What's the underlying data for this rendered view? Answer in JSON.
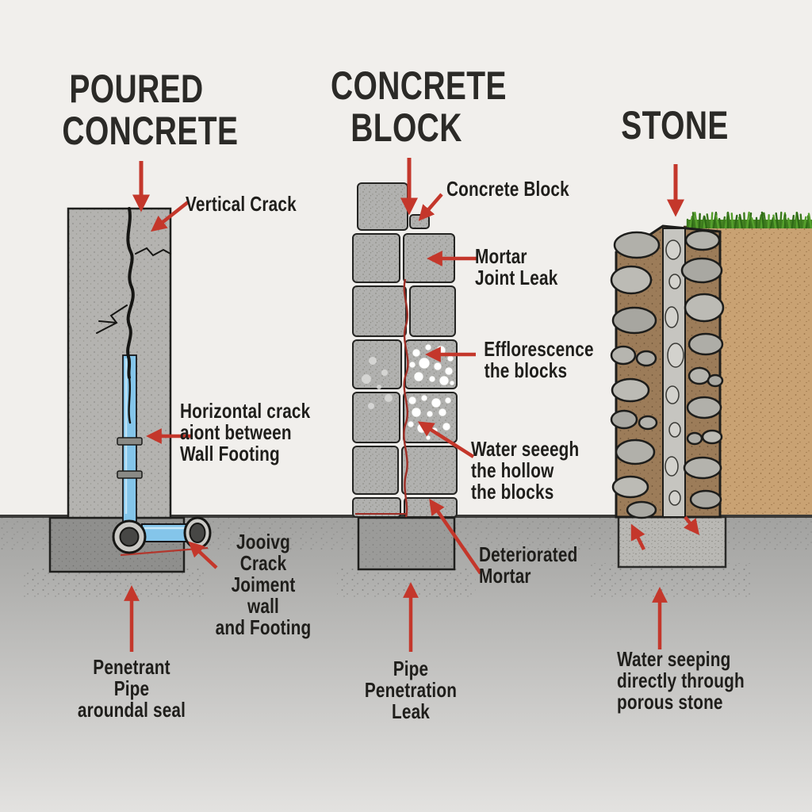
{
  "palette": {
    "background": "#f1efec",
    "arrow_red": "#c4372b",
    "crack_red": "#9e2e26",
    "pipe_blue": "#84c5ea",
    "wall_gray": "#b4b3b0",
    "footing_gray": "#8f8f8d",
    "soil_brown": "#c9a273",
    "mortar_brown": "#9c7c59",
    "grass_green": "#478423",
    "title_color": "#2b2a27"
  },
  "sections": {
    "poured": {
      "title": "POURED\nCONCRETE",
      "labels": {
        "vertical_crack": "Vertical Crack",
        "horizontal_crack": "Horizontal crack\naiont between\nWall Footing",
        "cove_joint": "Jooivg Crack\nJoiment wall\nand Footing",
        "pipe_seal": "Penetrant Pipe\naroundal seal"
      }
    },
    "block": {
      "title": "CONCRETE\nBLOCK",
      "labels": {
        "concrete_block": "Concrete Block",
        "mortar_joint": "Mortar\nJoint Leak",
        "efflorescence": "Efflorescence\nthe blocks",
        "water_seepage": "Water seeegh\nthe hollow\nthe blocks",
        "deteriorated_mortar": "Deteriorated\nMortar",
        "pipe_penetration": "Pipe Penetration\nLeak"
      }
    },
    "stone": {
      "title": "STONE",
      "labels": {
        "water_seeping": "Water seeping\ndirectly through\nporous stone"
      }
    }
  }
}
